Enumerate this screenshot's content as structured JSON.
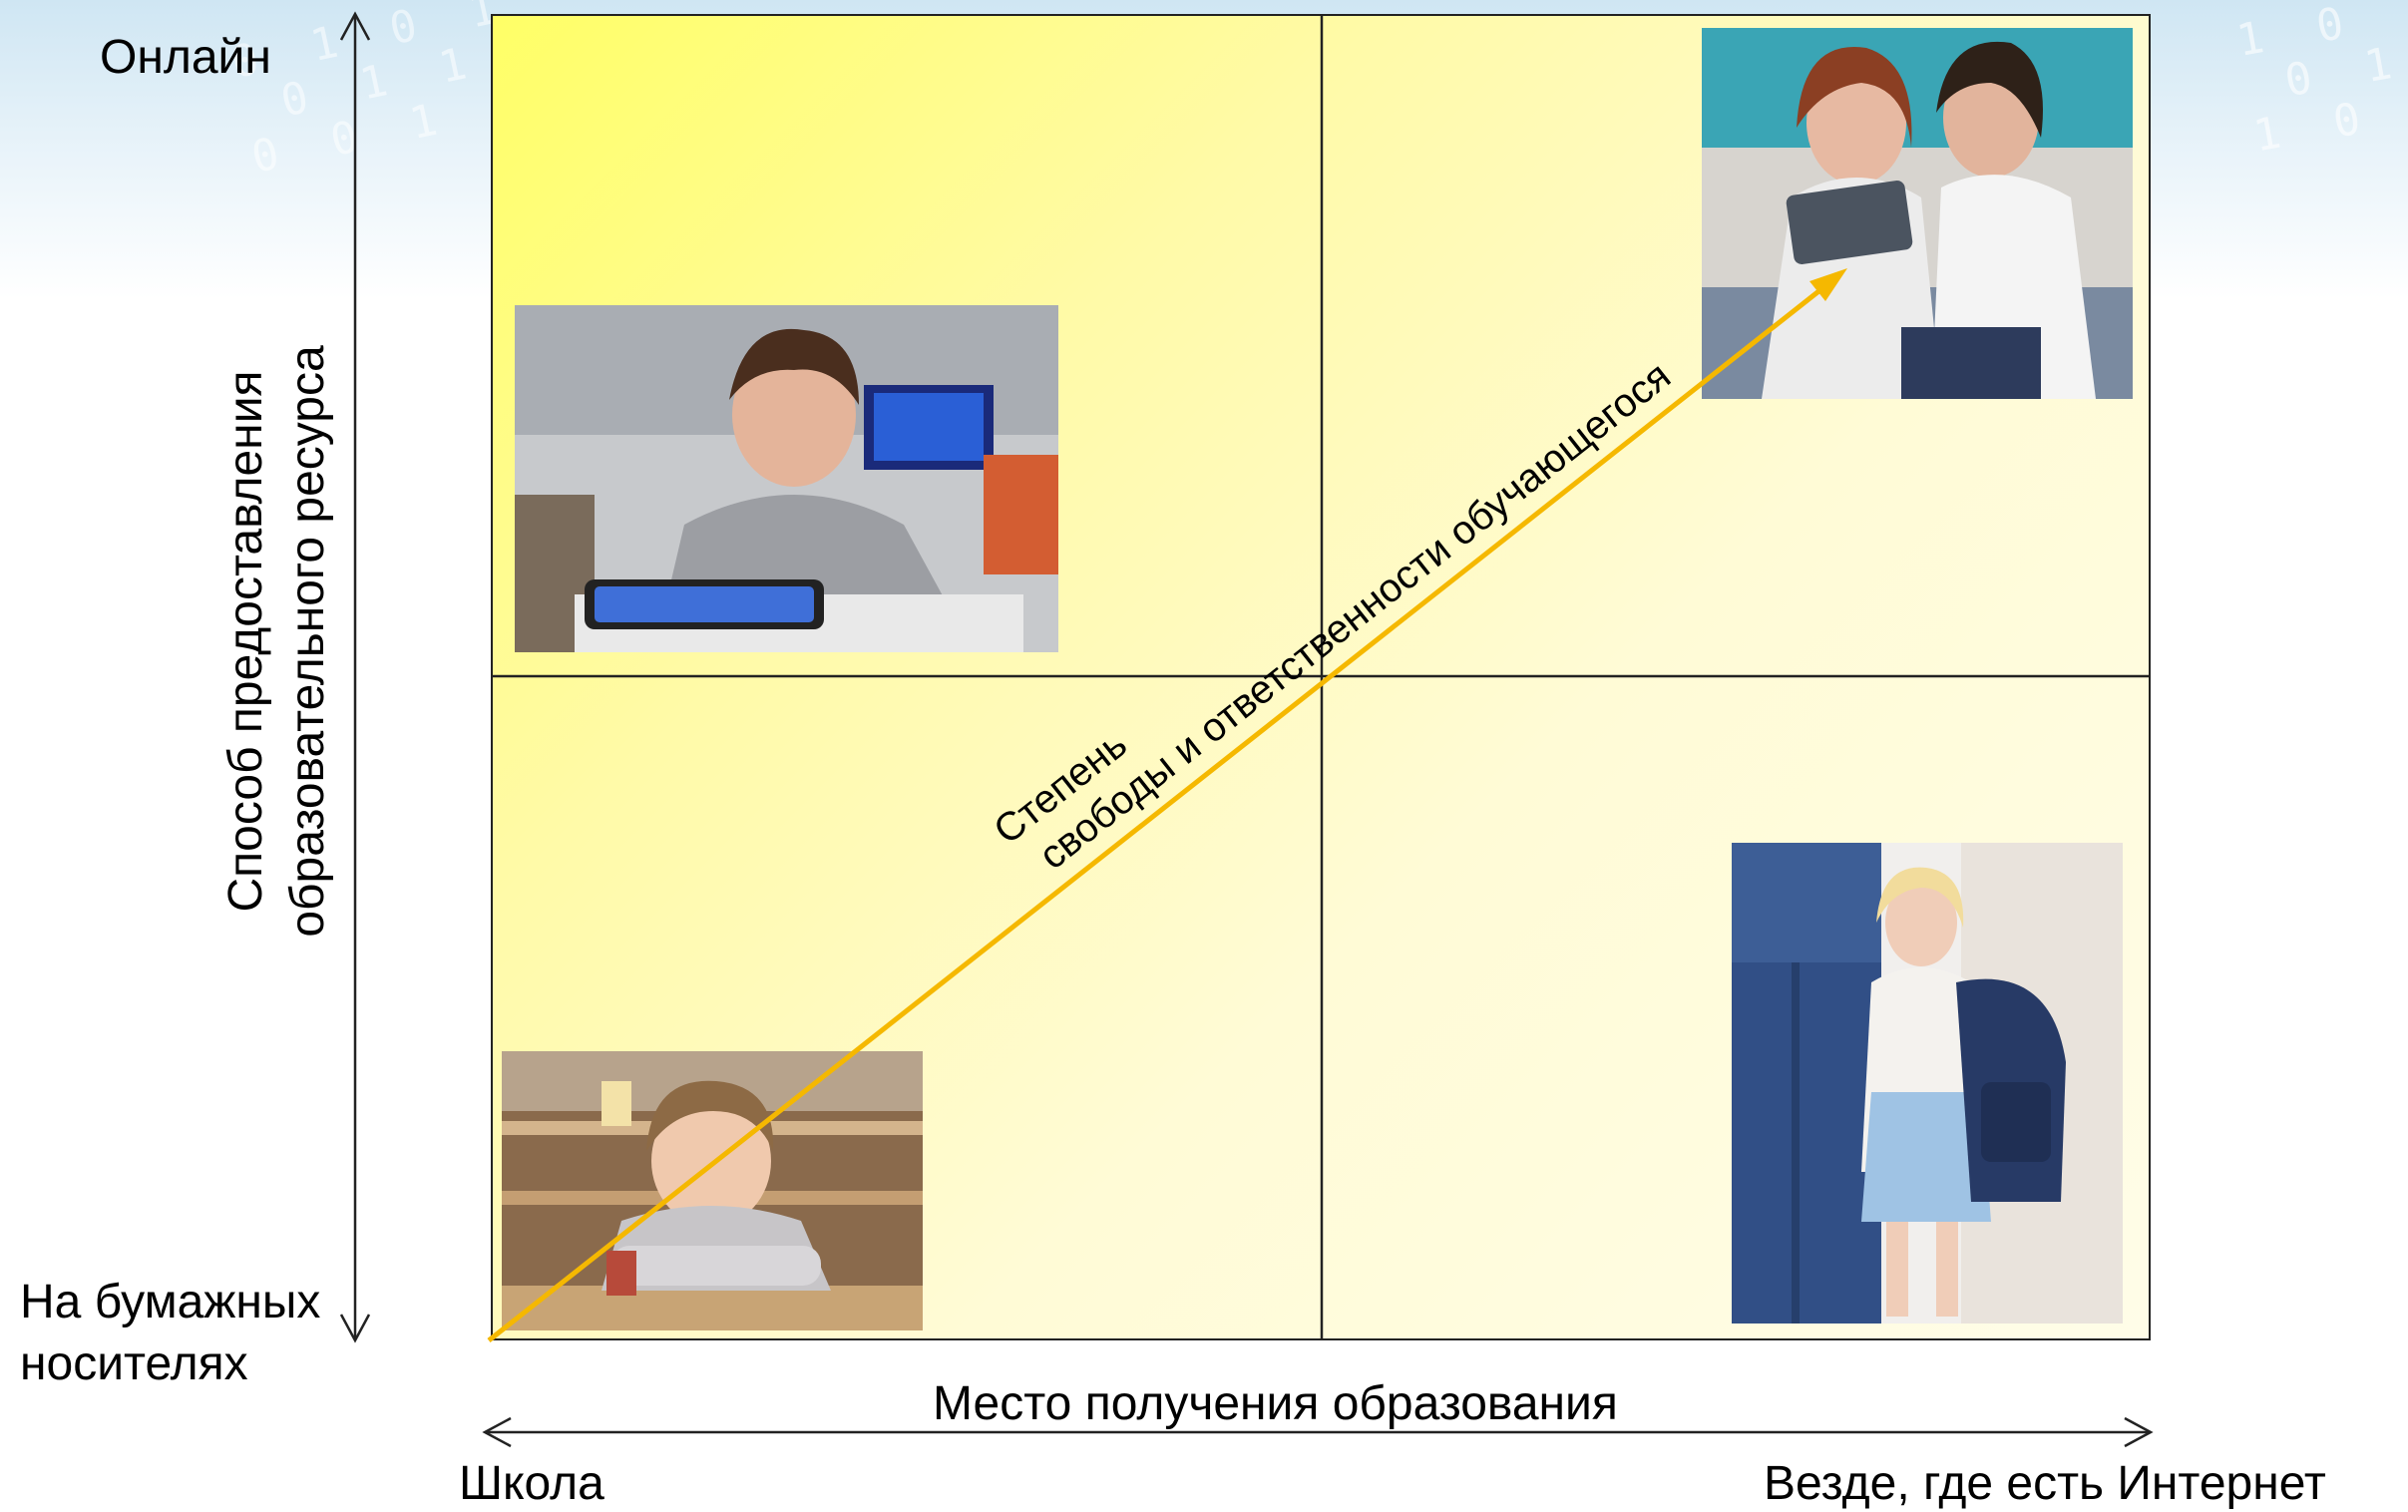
{
  "axis_y": {
    "top_label": "Онлайн",
    "bottom_label_line1": "На бумажных",
    "bottom_label_line2": "носителях",
    "title_line1": "Способ предоставления",
    "title_line2": "образовательного ресурса"
  },
  "axis_x": {
    "title": "Место получения образования",
    "left_label": "Школа",
    "right_label": "Везде, где есть Интернет"
  },
  "diagonal": {
    "label_line1": "Степень",
    "label_line2": "свободы и ответственности обучающегося"
  },
  "colors": {
    "arrow": "#f5b800",
    "grid_line": "#222222",
    "quadrant_fill_start": "#ffff66",
    "quadrant_fill_end": "#fffde8"
  },
  "photos": [
    {
      "quadrant": "top-left",
      "subject": "boy-with-tablet-in-classroom"
    },
    {
      "quadrant": "top-right",
      "subject": "teens-with-tablet"
    },
    {
      "quadrant": "bottom-left",
      "subject": "boy-at-school-desk"
    },
    {
      "quadrant": "bottom-right",
      "subject": "girl-with-backpack"
    }
  ]
}
